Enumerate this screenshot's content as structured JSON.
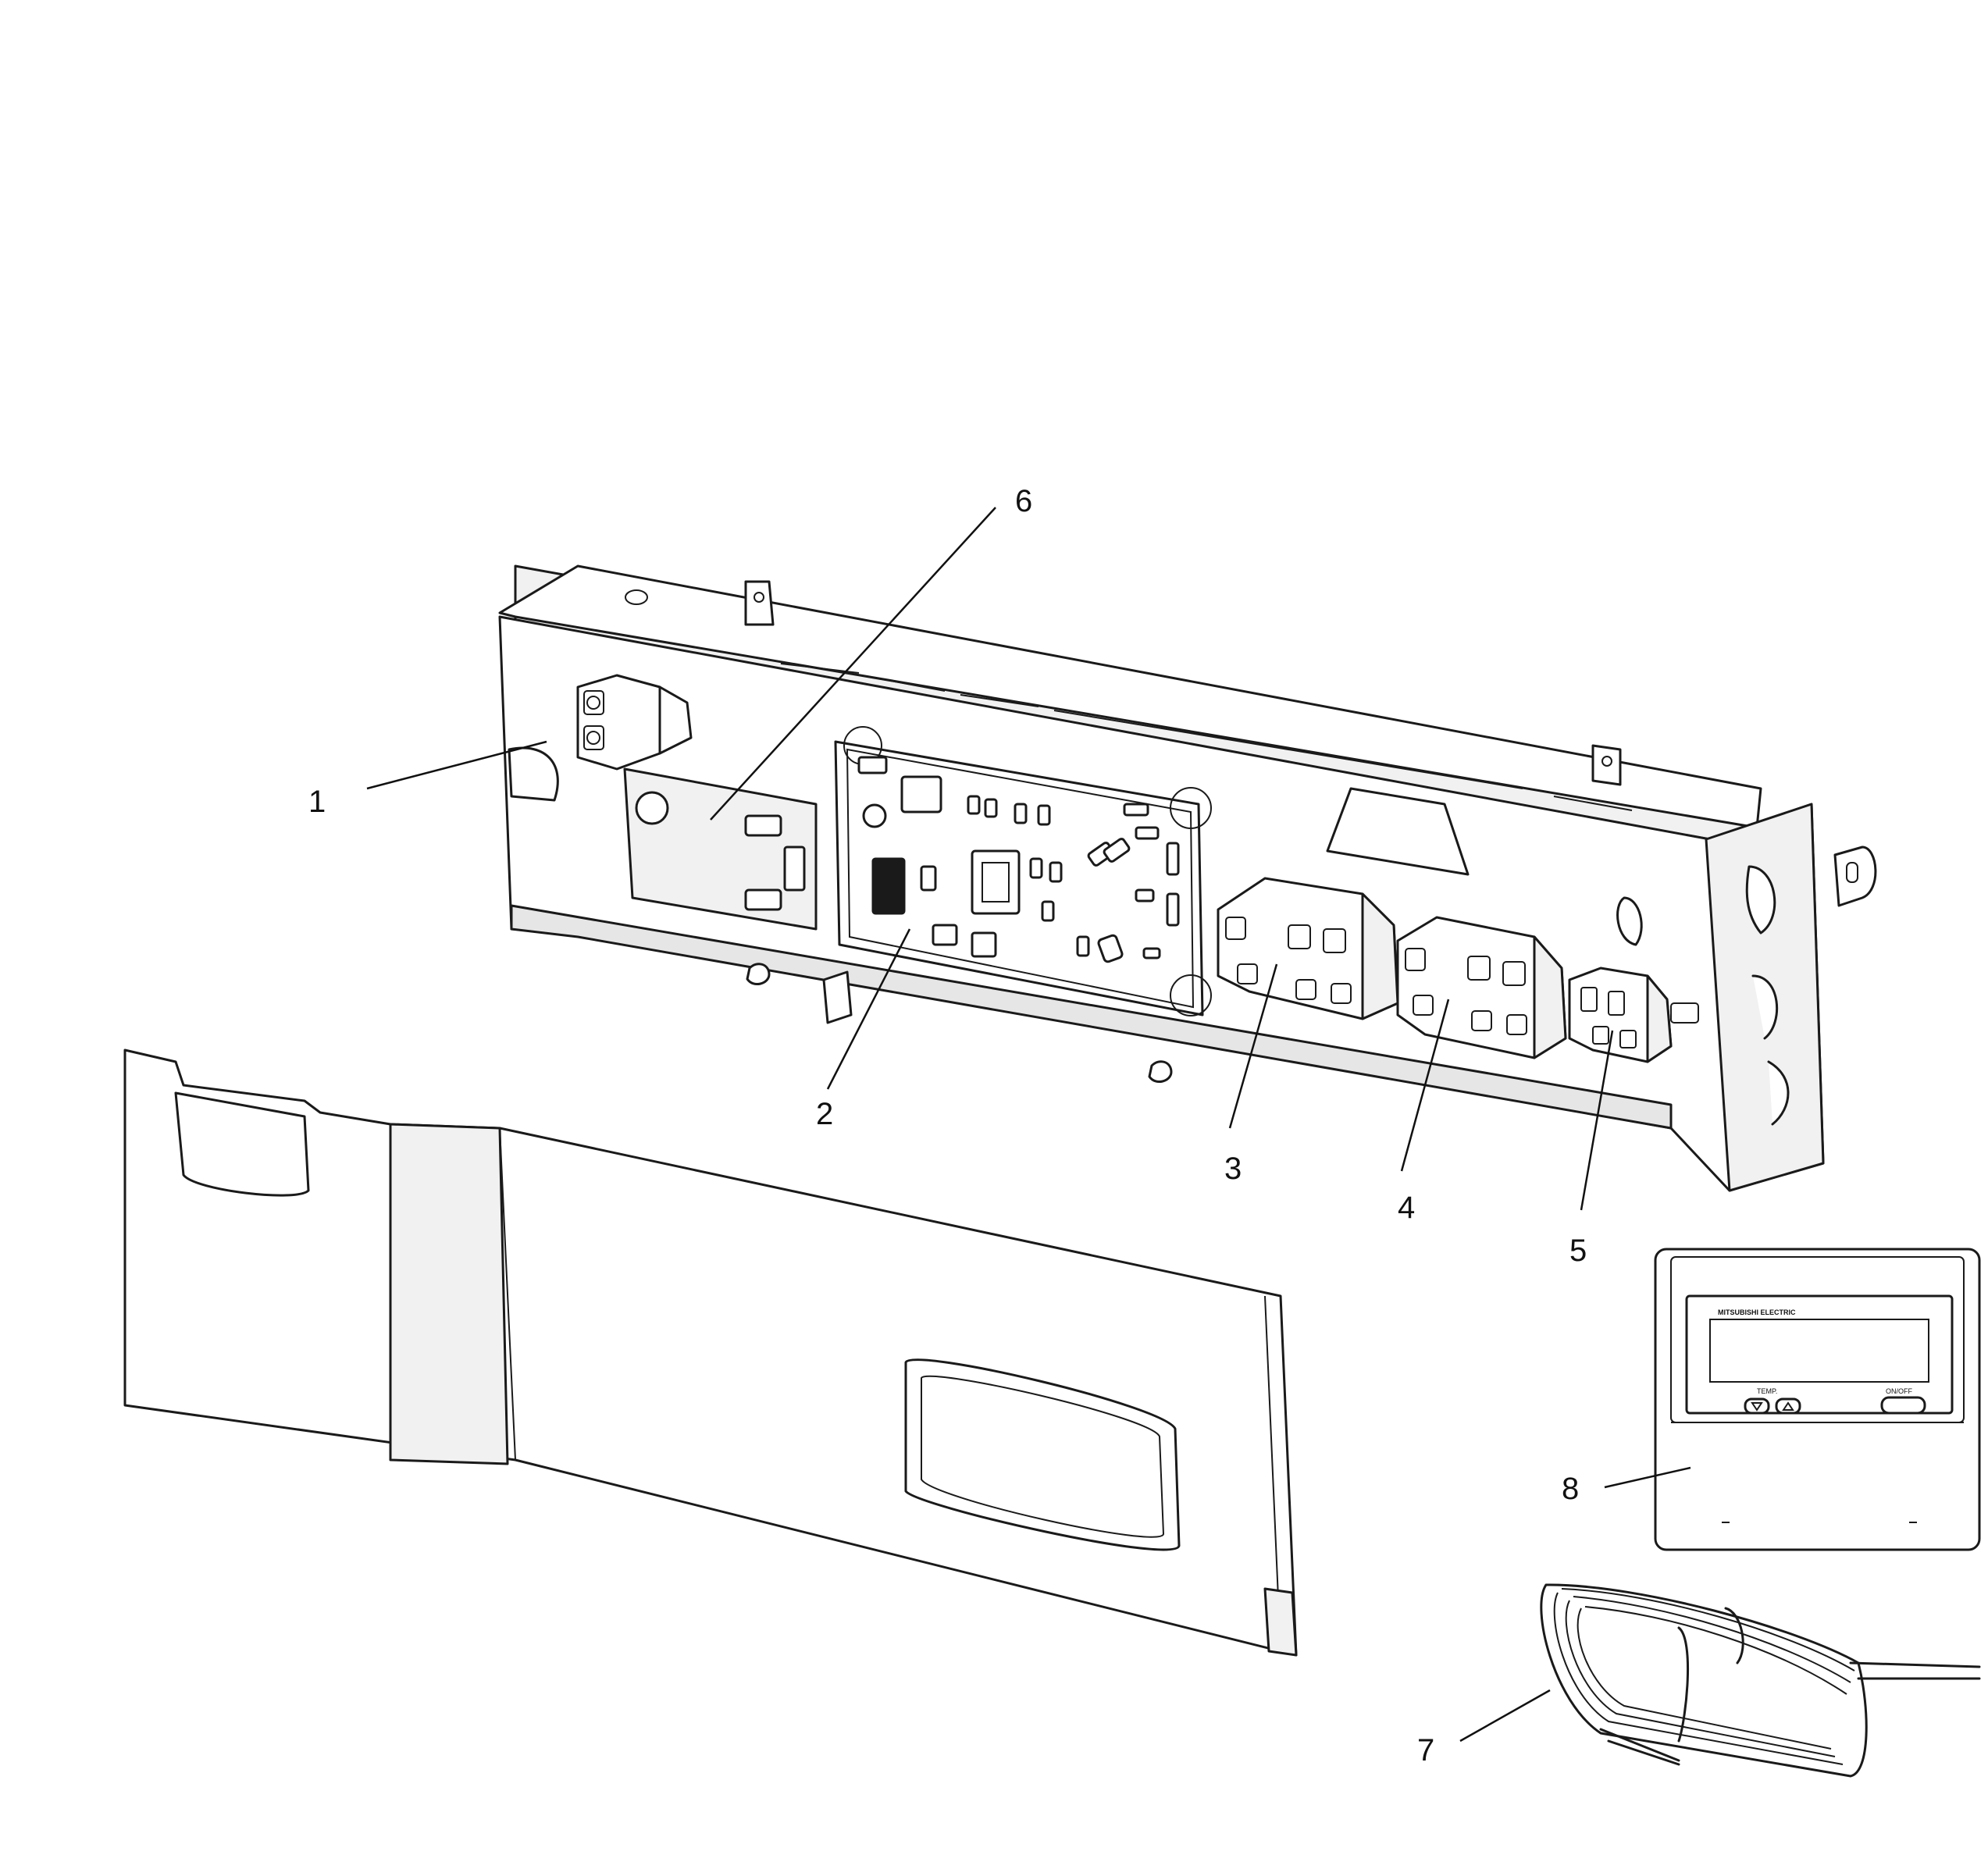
{
  "callouts": [
    {
      "id": "1",
      "label": "1"
    },
    {
      "id": "2",
      "label": "2"
    },
    {
      "id": "3",
      "label": "3"
    },
    {
      "id": "4",
      "label": "4"
    },
    {
      "id": "5",
      "label": "5"
    },
    {
      "id": "6",
      "label": "6"
    },
    {
      "id": "7",
      "label": "7"
    },
    {
      "id": "8",
      "label": "8"
    }
  ],
  "remote_controller": {
    "brand": "MITSUBISHI ELECTRIC",
    "temp_label": "TEMP.",
    "onoff_label": "ON/OFF"
  }
}
